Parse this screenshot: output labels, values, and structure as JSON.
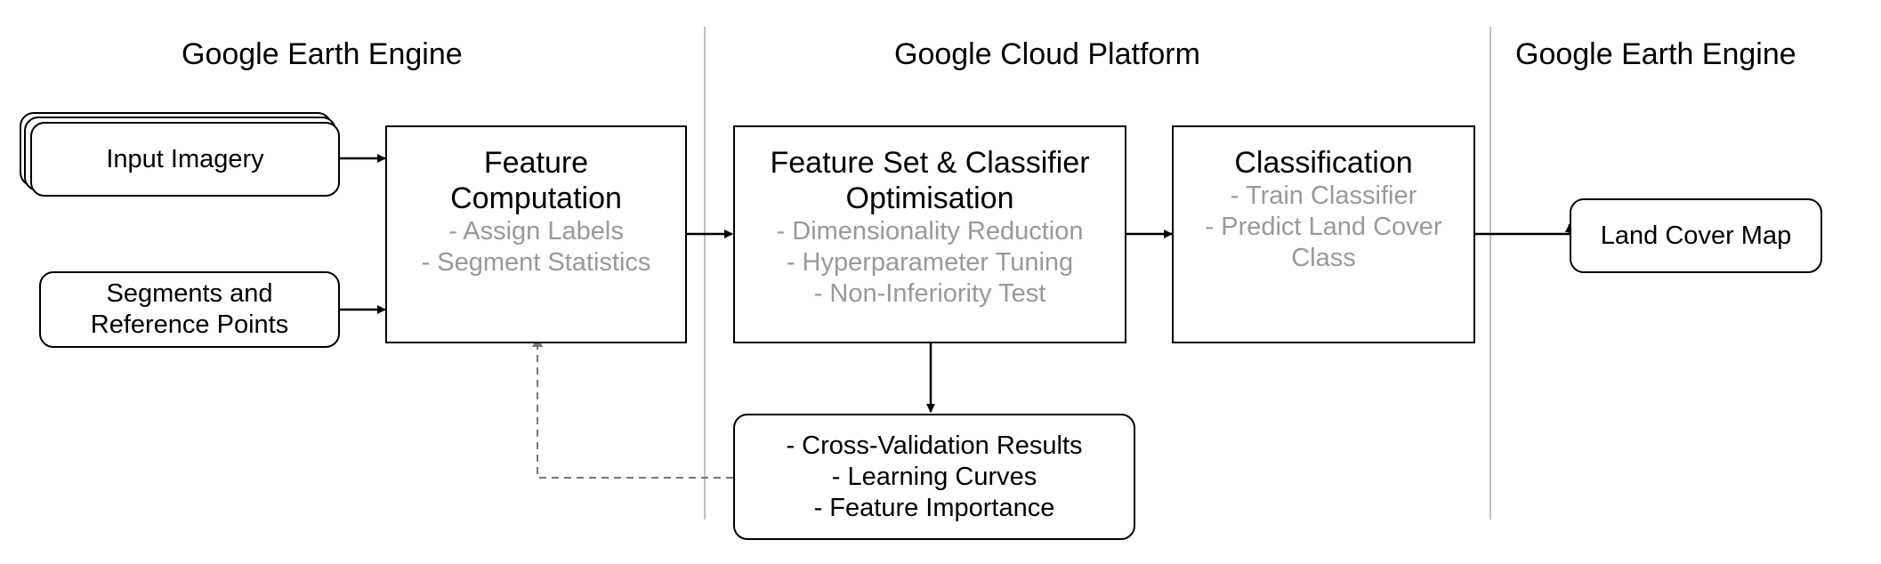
{
  "sections": [
    {
      "title": "Google Earth Engine"
    },
    {
      "title": "Google Cloud Platform"
    },
    {
      "title": "Google Earth Engine"
    }
  ],
  "inputs": {
    "imagery": "Input Imagery",
    "segments_line1": "Segments and",
    "segments_line2": "Reference Points"
  },
  "feature_computation": {
    "title_line1": "Feature",
    "title_line2": "Computation",
    "steps": [
      "- Assign Labels",
      "- Segment Statistics"
    ]
  },
  "optimisation": {
    "title_line1": "Feature Set & Classifier",
    "title_line2": "Optimisation",
    "steps": [
      "- Dimensionality Reduction",
      "- Hyperparameter Tuning",
      "- Non-Inferiority Test"
    ]
  },
  "classification": {
    "title": "Classification",
    "steps": [
      "- Train Classifier",
      "- Predict Land Cover",
      "Class"
    ]
  },
  "outputs": {
    "land_cover_map": "Land Cover Map",
    "results": [
      "- Cross-Validation Results",
      "- Learning Curves",
      "- Feature Importance"
    ]
  },
  "colors": {
    "line": "#000000",
    "sub_text": "#999999",
    "divider": "#c0c0c0",
    "feedback": "#777777"
  }
}
